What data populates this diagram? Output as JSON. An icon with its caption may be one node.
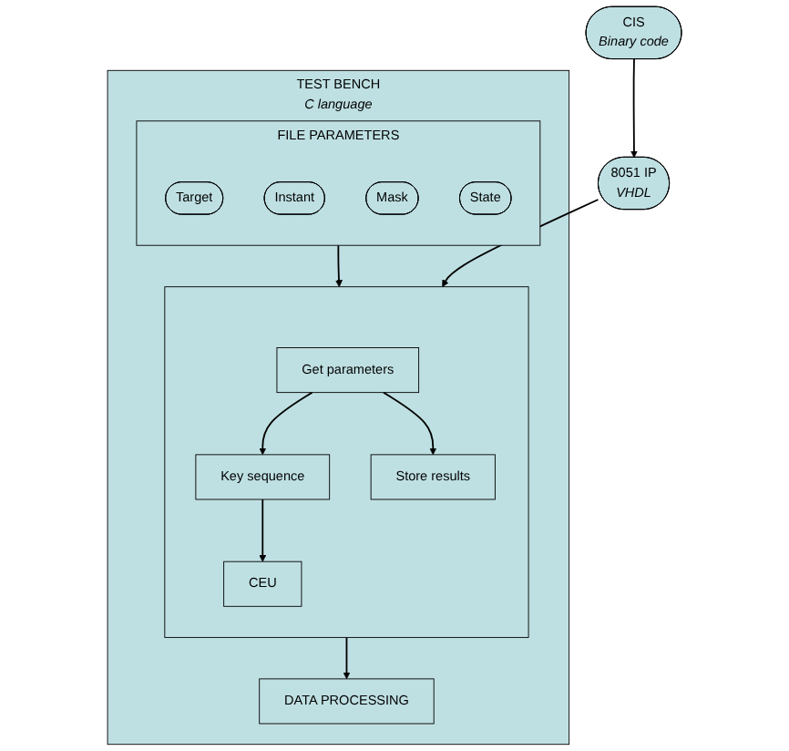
{
  "diagram": {
    "nodes": [
      {
        "text": [
          "TEST BENCH",
          "C language"
        ]
      },
      {
        "text": [
          "FILE PARAMETERS"
        ],
        "in": 0
      },
      {
        "text": [
          "Target"
        ],
        "in": 1
      },
      {
        "text": [
          "Instant"
        ],
        "in": 1
      },
      {
        "text": [
          "Mask"
        ],
        "in": 1
      },
      {
        "text": [
          "State"
        ],
        "in": 1
      },
      {
        "text": [],
        "shape": "box",
        "in": 0
      },
      {
        "text": [
          "Get parameters"
        ],
        "in": 6
      },
      {
        "text": [
          "Key sequence"
        ],
        "in": 6
      },
      {
        "text": [
          "Store results"
        ],
        "in": 6
      },
      {
        "text": [
          "CEU"
        ],
        "in": 6
      },
      {
        "text": [
          "DATA PROCESSING"
        ],
        "in": 0
      },
      {
        "text": [
          "CIS",
          "Binary code"
        ]
      },
      {
        "text": [
          "8051 IP",
          "VHDL"
        ]
      }
    ],
    "edges": [
      {
        "from": 1,
        "to": 6,
        "arrow": "to"
      },
      {
        "from": 7,
        "to": 8,
        "arrow": "to"
      },
      {
        "from": 7,
        "to": 9,
        "arrow": "to"
      },
      {
        "from": 8,
        "to": 10,
        "arrow": "to"
      },
      {
        "from": 6,
        "to": 11,
        "arrow": "to"
      },
      {
        "from": 12,
        "to": 13,
        "arrow": "to"
      },
      {
        "from": 13,
        "to": 6,
        "arrow": "to"
      }
    ]
  }
}
